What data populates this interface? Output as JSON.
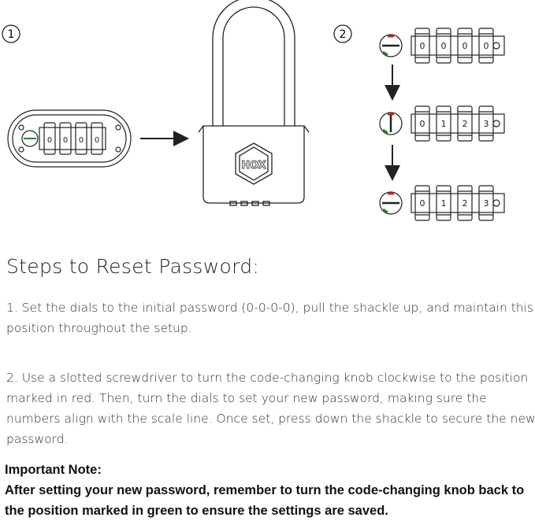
{
  "diagram": {
    "step_markers": [
      "1",
      "2"
    ],
    "brand_logo": "HOX",
    "dials_initial": [
      "0",
      "0",
      "0",
      "0"
    ],
    "dials_set": [
      "0",
      "1",
      "2",
      "3"
    ],
    "dials_final": [
      "0",
      "1",
      "2",
      "3"
    ],
    "colors": {
      "red": "#c62828",
      "green": "#2e7d32",
      "line": "#222222"
    }
  },
  "content": {
    "title": "Steps to Reset Password:",
    "step1": "1. Set the dials to the initial password (0-0-0-0), pull the shackle up, and maintain this position throughout the setup.",
    "step2": "2. Use a slotted screwdriver to turn the code-changing knob clockwise to the position marked in red. Then, turn the dials to set your new password, making sure the numbers align with the scale line. Once set, press down the shackle to secure the new password.",
    "note_heading": "Important Note:",
    "note_body": "After setting your new password, remember to turn the code-changing knob back to the position marked in green to ensure the settings are saved."
  }
}
